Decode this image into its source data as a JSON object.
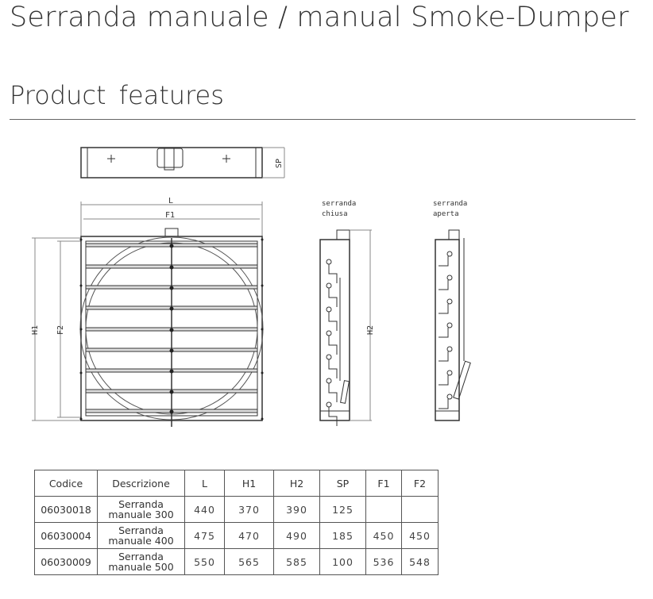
{
  "title": "Serranda manuale / manual Smoke-Dumper",
  "section": "Product features",
  "drawing": {
    "labels": {
      "L": "L",
      "F1": "F1",
      "H1": "H1",
      "F2": "F2",
      "H2": "H2",
      "SP": "SP"
    },
    "closed_line1": "serranda",
    "closed_line2": "chiusa",
    "open_line1": "serranda",
    "open_line2": "aperta"
  },
  "table": {
    "headers": [
      "Codice",
      "Descrizione",
      "L",
      "H1",
      "H2",
      "SP",
      "F1",
      "F2"
    ],
    "rows": [
      {
        "code": "06030018",
        "desc1": "Serranda",
        "desc2": "manuale 300",
        "L": "440",
        "H1": "370",
        "H2": "390",
        "SP": "125",
        "F1": "",
        "F2": ""
      },
      {
        "code": "06030004",
        "desc1": "Serranda",
        "desc2": "manuale 400",
        "L": "475",
        "H1": "470",
        "H2": "490",
        "SP": "185",
        "F1": "450",
        "F2": "450"
      },
      {
        "code": "06030009",
        "desc1": "Serranda",
        "desc2": "manuale 500",
        "L": "550",
        "H1": "565",
        "H2": "585",
        "SP": "100",
        "F1": "536",
        "F2": "548"
      }
    ]
  }
}
